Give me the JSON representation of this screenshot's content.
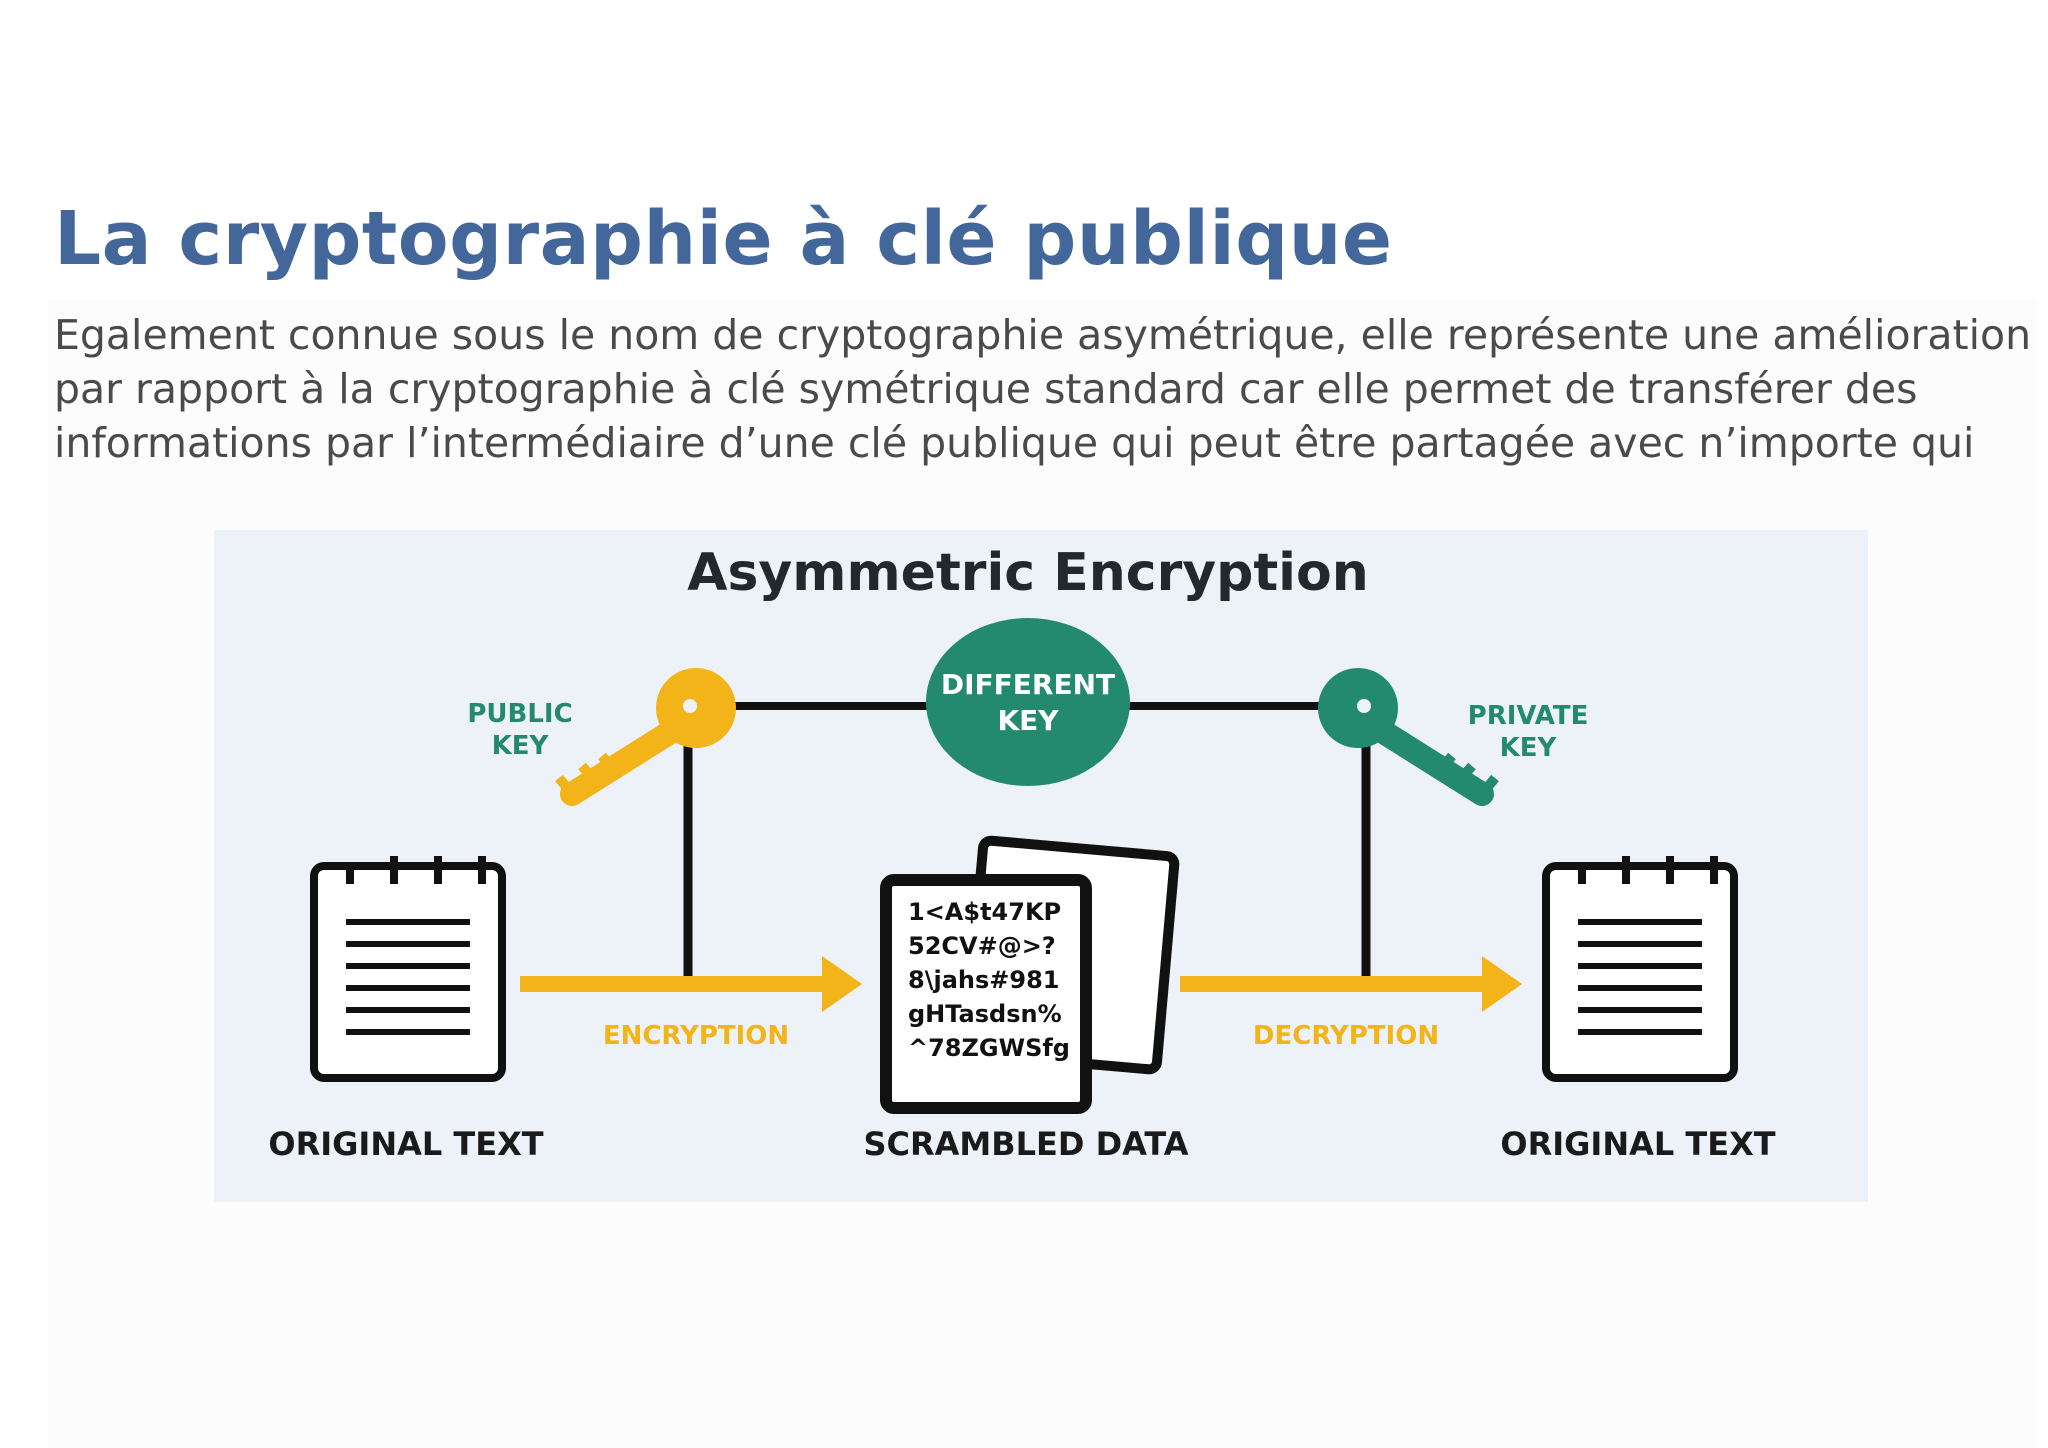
{
  "slide": {
    "title": "La cryptographie à clé publique",
    "body_lines": [
      "Egalement connue sous le nom de cryptographie asymétrique, elle représente une amélioration",
      "par rapport à la cryptographie à clé symétrique standard car elle permet de transférer des",
      "informations par l’intermédiaire d’une clé publique qui peut être partagée avec n’importe qui"
    ]
  },
  "diagram": {
    "title": "Asymmetric Encryption",
    "public_key_label": [
      "PUBLIC",
      "KEY"
    ],
    "different_key_label": [
      "DIFFERENT",
      "KEY"
    ],
    "private_key_label": [
      "PRIVATE",
      "KEY"
    ],
    "encryption_label": "ENCRYPTION",
    "decryption_label": "DECRYPTION",
    "scrambled_lines": [
      "1<A$t47KP",
      "52CV#@>?",
      "8\\jahs#981",
      "gHTasdsn%",
      "^78ZGWSfg"
    ],
    "original_text_left": "ORIGINAL TEXT",
    "scrambled_data_label": "SCRAMBLED DATA",
    "original_text_right": "ORIGINAL TEXT"
  },
  "colors": {
    "title": "#43679a",
    "body_text": "#4a4a4a",
    "diagram_bg": "#edf2f8",
    "gold": "#f2b418",
    "teal": "#238a70",
    "dark": "#1a1a1a"
  }
}
